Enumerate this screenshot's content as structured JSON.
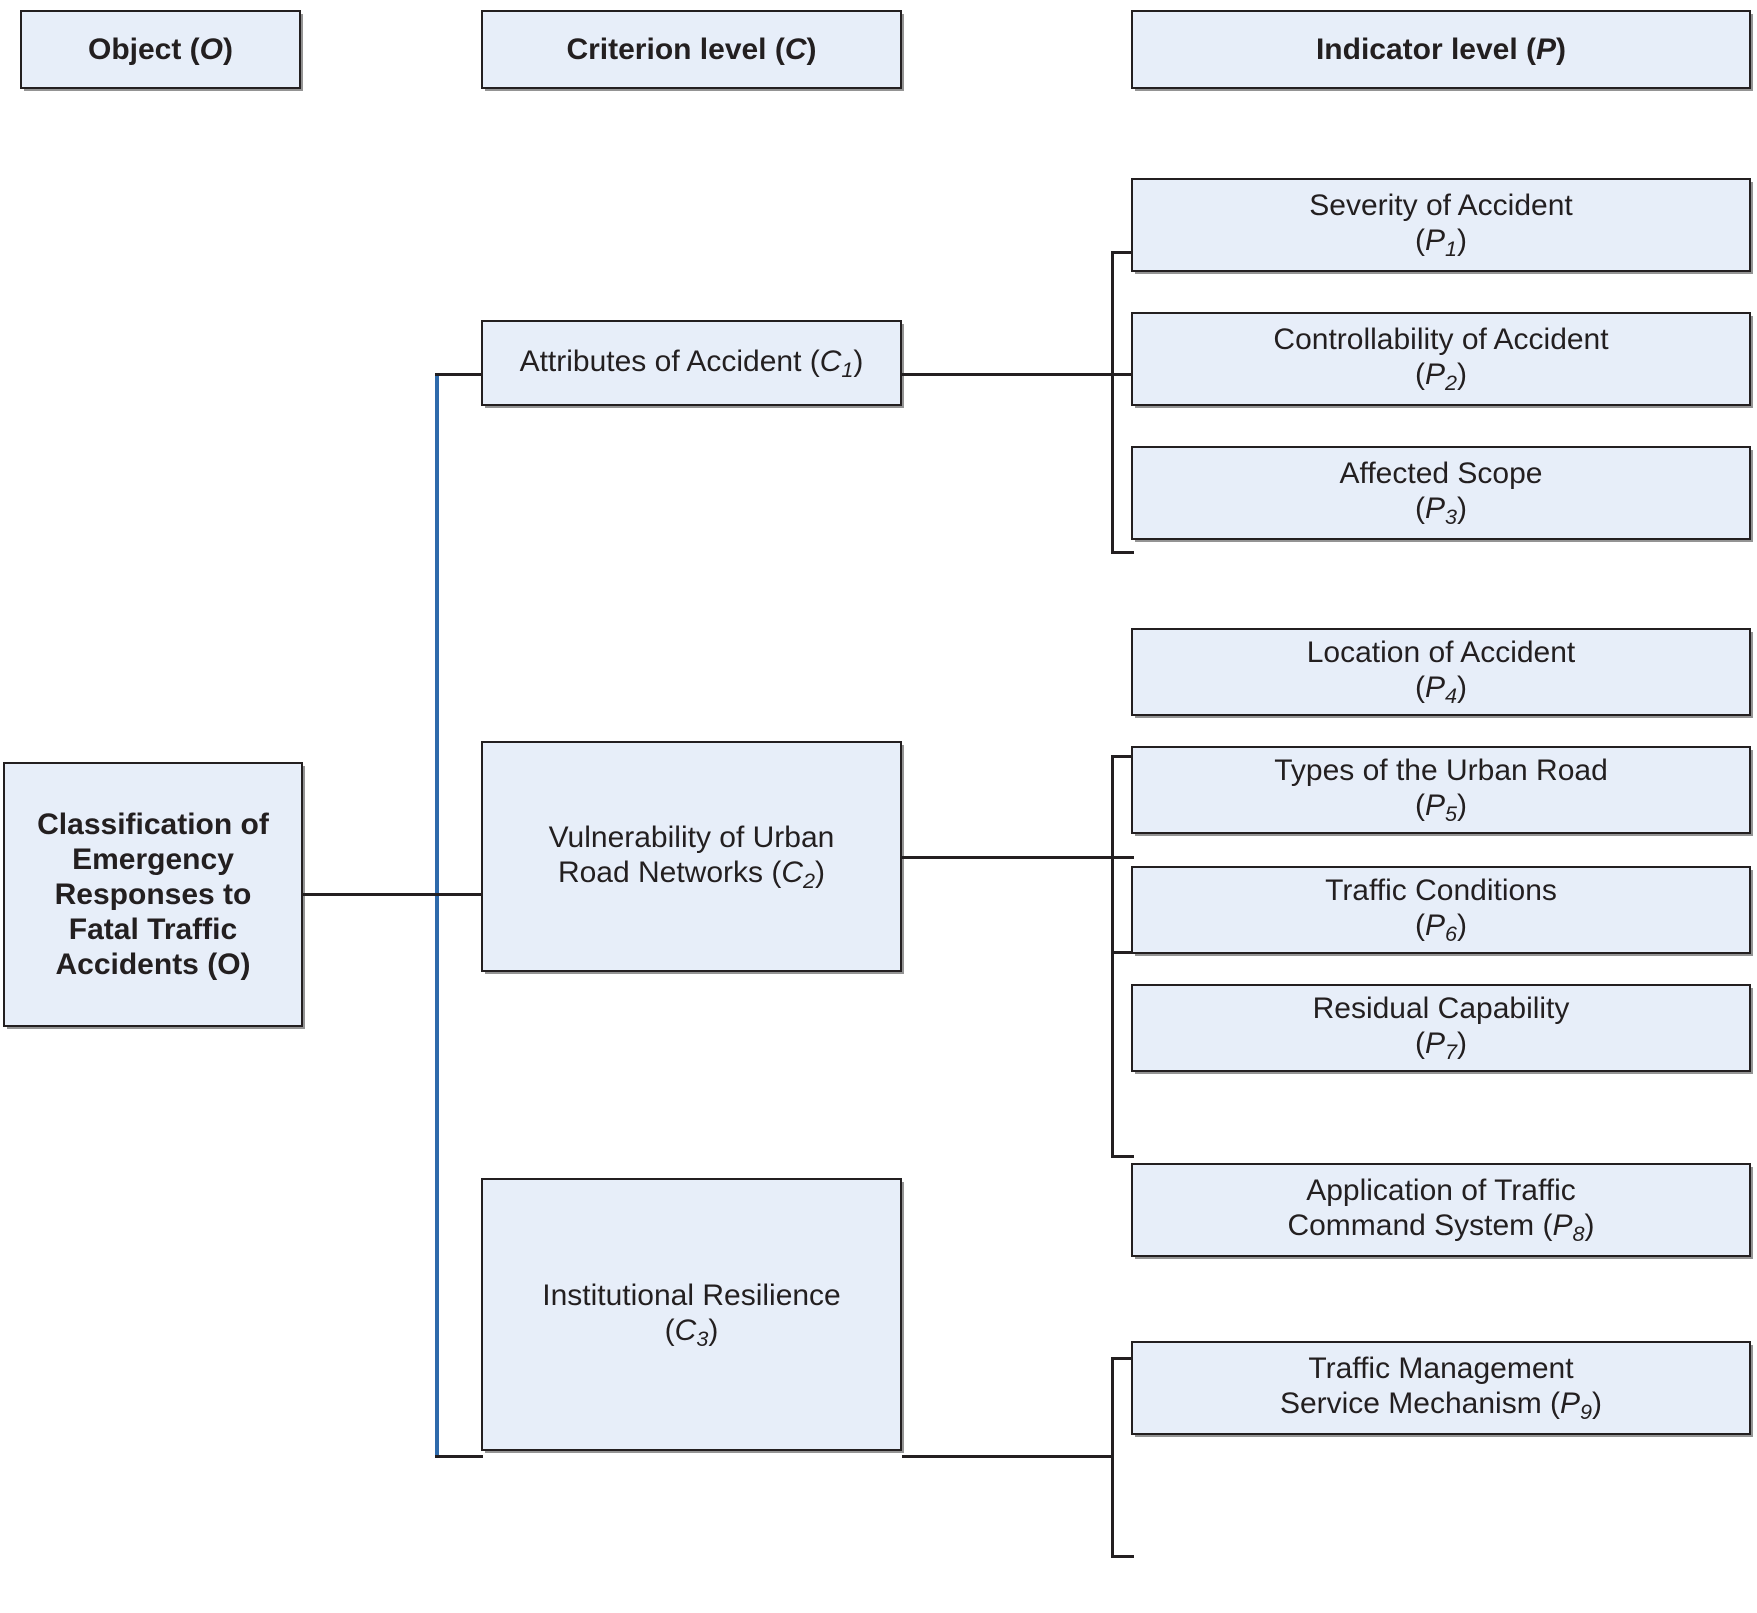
{
  "diagram": {
    "title": "Classification of Emergency Responses to Fatal Traffic Accidents hierarchy",
    "colors": {
      "box_fill": "#e7eef9",
      "box_border": "#231f20",
      "trunk_line": "#2e6aab",
      "connector_line": "#231f20",
      "text": "#231f20"
    }
  },
  "headers": [
    {
      "id": "header-object",
      "label_main": "Object",
      "label_symbol": "O"
    },
    {
      "id": "header-criterion",
      "label_main": "Criterion level",
      "label_symbol": "C"
    },
    {
      "id": "header-indicator",
      "label_main": "Indicator level",
      "label_symbol": "P"
    }
  ],
  "object": {
    "id": "object-node",
    "lines": [
      "Classification of",
      "Emergency",
      "Responses to",
      "Fatal Traffic",
      "Accidents (O)"
    ],
    "symbol": "O"
  },
  "criteria": [
    {
      "id": "criterion-c1",
      "text": "Attributes of Accident",
      "symbol": "C",
      "index": "1"
    },
    {
      "id": "criterion-c2",
      "text": "Vulnerability of Urban Road Networks",
      "symbol": "C",
      "index": "2"
    },
    {
      "id": "criterion-c3",
      "text": "Institutional Resilience",
      "symbol": "C",
      "index": "3"
    }
  ],
  "indicators": [
    {
      "id": "indicator-p1",
      "text": "Severity of Accident",
      "symbol": "P",
      "index": "1",
      "parent": "criterion-c1",
      "inline": false
    },
    {
      "id": "indicator-p2",
      "text": "Controllability of Accident",
      "symbol": "P",
      "index": "2",
      "parent": "criterion-c1",
      "inline": false
    },
    {
      "id": "indicator-p3",
      "text": "Affected Scope",
      "symbol": "P",
      "index": "3",
      "parent": "criterion-c1",
      "inline": false
    },
    {
      "id": "indicator-p4",
      "text": "Location of Accident",
      "symbol": "P",
      "index": "4",
      "parent": "criterion-c2",
      "inline": false
    },
    {
      "id": "indicator-p5",
      "text": "Types of the Urban Road",
      "symbol": "P",
      "index": "5",
      "parent": "criterion-c2",
      "inline": false
    },
    {
      "id": "indicator-p6",
      "text": "Traffic Conditions",
      "symbol": "P",
      "index": "6",
      "parent": "criterion-c2",
      "inline": false
    },
    {
      "id": "indicator-p7",
      "text": "Residual Capability",
      "symbol": "P",
      "index": "7",
      "parent": "criterion-c2",
      "inline": false
    },
    {
      "id": "indicator-p8",
      "text": "Application of Traffic Command System",
      "symbol": "P",
      "index": "8",
      "parent": "criterion-c3",
      "inline": true
    },
    {
      "id": "indicator-p9",
      "text": "Traffic Management Service Mechanism",
      "symbol": "P",
      "index": "9",
      "parent": "criterion-c3",
      "inline": true
    }
  ]
}
